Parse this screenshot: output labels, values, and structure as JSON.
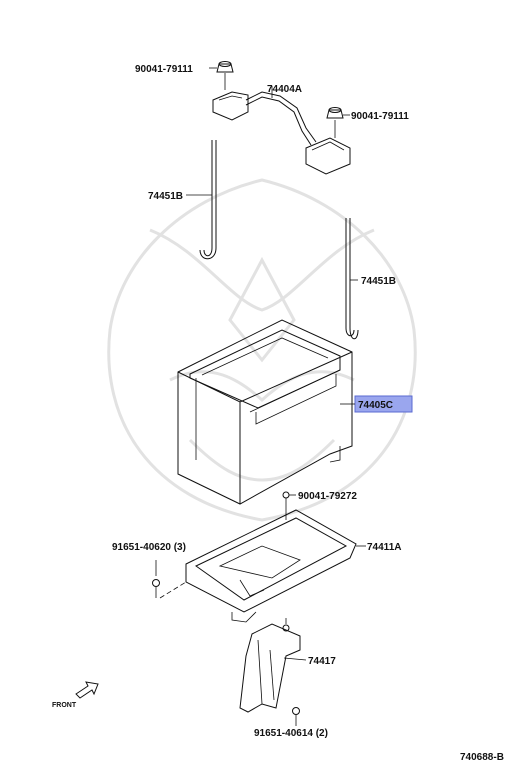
{
  "parts": {
    "nut_top_left": "90041-79111",
    "clamp": "74404A",
    "nut_top_right": "90041-79111",
    "rod_left": "74451B",
    "rod_right": "74451B",
    "battery_box": "74405C",
    "bolt_tray": "90041-79272",
    "tray": "74411A",
    "bolt_tray_left": "91651-40620 (3)",
    "bracket": "74417",
    "bolt_bracket": "91651-40614 (2)"
  },
  "front_label": "FRONT",
  "diagram_code": "740688-B",
  "colors": {
    "highlight_fill": "#9aa6ee",
    "highlight_stroke": "#5a6ad0",
    "line": "#111111"
  }
}
